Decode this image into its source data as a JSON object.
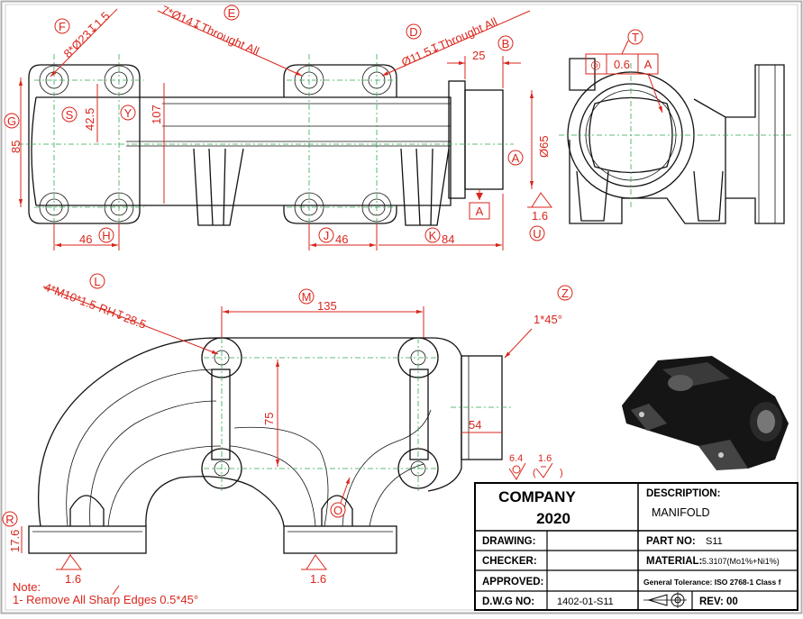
{
  "drawing": {
    "frame_border_color": "#b0b0b0",
    "annotation_color": "#d9261c",
    "centerline_color": "#2fa84f"
  },
  "callouts": {
    "F": {
      "letter": "F",
      "text": "8*Ø23↧1.5"
    },
    "E": {
      "letter": "E",
      "text": "7*Ø14↧Throught All"
    },
    "D": {
      "letter": "D",
      "text": "Ø11.5↧Throught All"
    },
    "B": {
      "letter": "B",
      "text": "25"
    },
    "T": {
      "letter": "T"
    },
    "G": {
      "letter": "G",
      "text": "85"
    },
    "S": {
      "letter": "S",
      "text": "42.5"
    },
    "Y": {
      "letter": "Y",
      "text": "107"
    },
    "A": {
      "letter": "A",
      "text": "Ø65"
    },
    "H": {
      "letter": "H",
      "text": "46"
    },
    "J": {
      "letter": "J",
      "text": "46"
    },
    "K": {
      "letter": "K",
      "text": "84"
    },
    "U": {
      "letter": "U",
      "text": "1.6"
    },
    "L": {
      "letter": "L",
      "text": "4*M10*1.5-RH↧28.5"
    },
    "M": {
      "letter": "M",
      "text": "135"
    },
    "Z": {
      "letter": "Z",
      "text": "1*45°"
    },
    "R": {
      "letter": "R",
      "text": "17.6"
    },
    "O": {
      "letter": "O"
    }
  },
  "datum_a": "A",
  "gdt_frame": {
    "symbol": "◎",
    "tolerance": "0.6",
    "datum": "A"
  },
  "dims": {
    "d75": "75",
    "d54": "54",
    "rough_1": "6.4",
    "rough_2": "1.6",
    "rough_bottom_left": "1.6",
    "rough_bottom_mid": "1.6"
  },
  "note": {
    "heading": "Note:",
    "line1": "1- Remove All Sharp Edges 0.5*45°"
  },
  "title_block": {
    "company_line1": "COMPANY",
    "company_line2": "2020",
    "description_label": "DESCRIPTION:",
    "description_value": "MANIFOLD",
    "drawing_label": "DRAWING:",
    "drawing_value": "",
    "part_no_label": "PART NO:",
    "part_no_value": "S11",
    "checker_label": "CHECKER:",
    "checker_value": "",
    "material_label": "MATERIAL:",
    "material_value": "5.3107(Mo1%+Ni1%)",
    "approved_label": "APPROVED:",
    "approved_value": "",
    "tolerance_text": "General Tolerance: ISO 2768-1 Class f",
    "dwg_no_label": "D.W.G NO:",
    "dwg_no_value": "1402-01-S11",
    "rev_label": "REV:",
    "rev_value": "00"
  }
}
